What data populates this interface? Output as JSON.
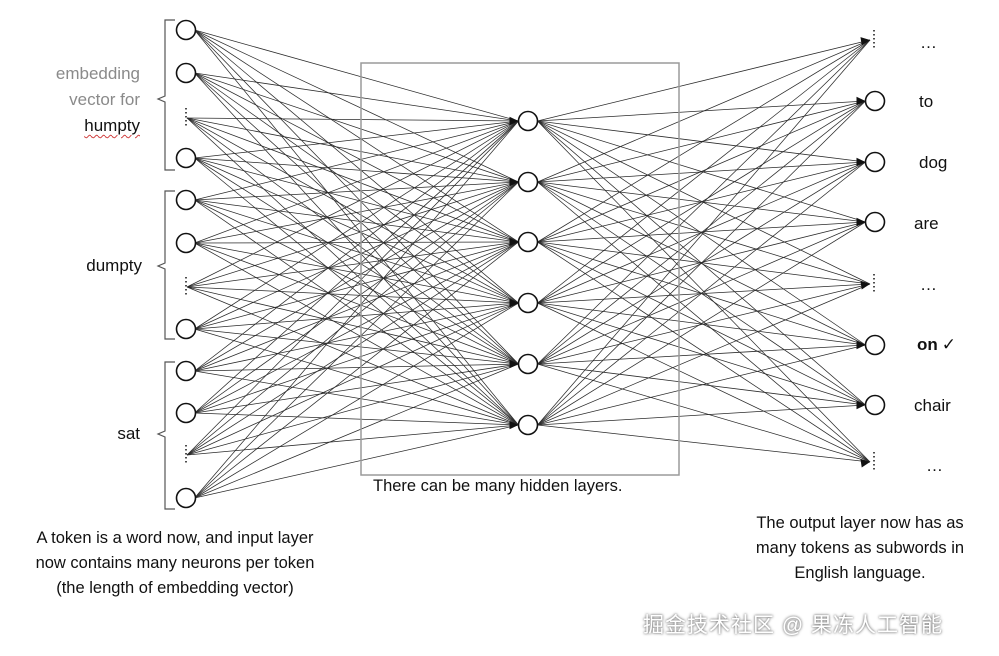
{
  "input": {
    "group_labels": [
      {
        "line1": "embedding",
        "line2": "vector for",
        "word": "humpty"
      },
      {
        "word": "dumpty"
      },
      {
        "word": "sat"
      }
    ]
  },
  "hidden": {
    "caption": "There can be many hidden layers."
  },
  "output": {
    "words": [
      "…",
      "to",
      "dog",
      "are",
      "…",
      "on",
      "chair",
      "…"
    ],
    "check_symbol": "✓"
  },
  "captions": {
    "left": [
      "A token is a word now, and input layer",
      "now contains many neurons per token",
      "(the length of embedding vector)"
    ],
    "right": [
      "The output layer now has as",
      "many tokens as subwords in",
      "English language."
    ]
  },
  "watermark": "掘金技术社区 @ 果冻人工智能"
}
